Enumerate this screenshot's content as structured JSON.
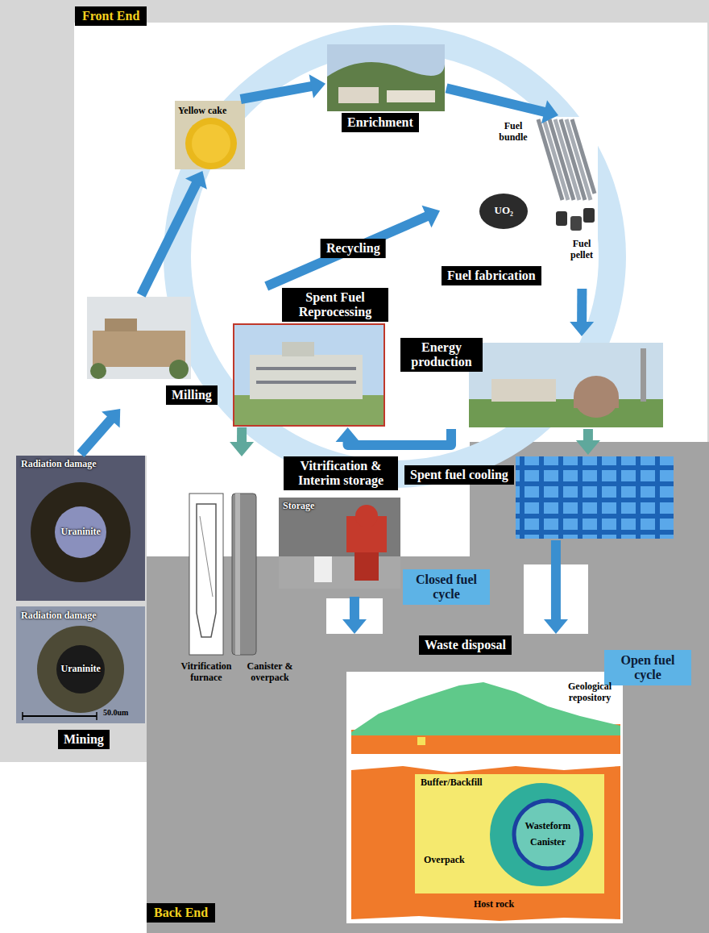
{
  "diagram": {
    "nodes": [
      {
        "text": [
          "Front End"
        ]
      },
      {
        "text": [
          "Enrichment"
        ]
      },
      {
        "text": [
          "Yellow cake"
        ]
      },
      {
        "text": [
          "Fuel fabrication"
        ]
      },
      {
        "text": [
          "Milling"
        ]
      },
      {
        "text": [
          "Spent Fuel Reprocessing"
        ]
      },
      {
        "text": [
          "Energy production"
        ]
      },
      {
        "text": [
          "Spent fuel cooling"
        ]
      },
      {
        "text": [
          "Vitrification & Interim storage"
        ]
      },
      {
        "text": [
          "Closed fuel cycle"
        ]
      },
      {
        "text": [
          "Open fuel cycle"
        ]
      },
      {
        "text": [
          "Mining"
        ]
      },
      {
        "text": [
          "Waste disposal"
        ]
      },
      {
        "text": [
          "Back End"
        ]
      }
    ],
    "edges": [
      {
        "from": 11,
        "to": 4,
        "arrow": "to"
      },
      {
        "from": 4,
        "to": 2,
        "arrow": "to"
      },
      {
        "from": 2,
        "to": 1,
        "arrow": "to"
      },
      {
        "from": 1,
        "to": 3,
        "arrow": "to"
      },
      {
        "from": 3,
        "to": 6,
        "arrow": "to"
      },
      {
        "from": 6,
        "to": 5,
        "arrow": "to"
      },
      {
        "from": 5,
        "to": 3,
        "label": "Recycling",
        "arrow": "to"
      },
      {
        "from": 5,
        "to": 8,
        "arrow": "to"
      },
      {
        "from": 6,
        "to": 7,
        "arrow": "to"
      },
      {
        "from": 8,
        "to": 12,
        "arrow": "to"
      },
      {
        "from": 7,
        "to": 12,
        "arrow": "to"
      }
    ],
    "labels": [
      "Fuel bundle",
      "UO₂",
      "Fuel pellet",
      "Radiation damage",
      "Uraninite",
      "Radiation damage",
      "Uraninite",
      "50.0um",
      "Storage",
      "Vitrification furnace",
      "Canister & overpack",
      "Geological repository",
      "Buffer/Backfill",
      "Wasteform",
      "Canister",
      "Overpack",
      "Host rock"
    ]
  }
}
